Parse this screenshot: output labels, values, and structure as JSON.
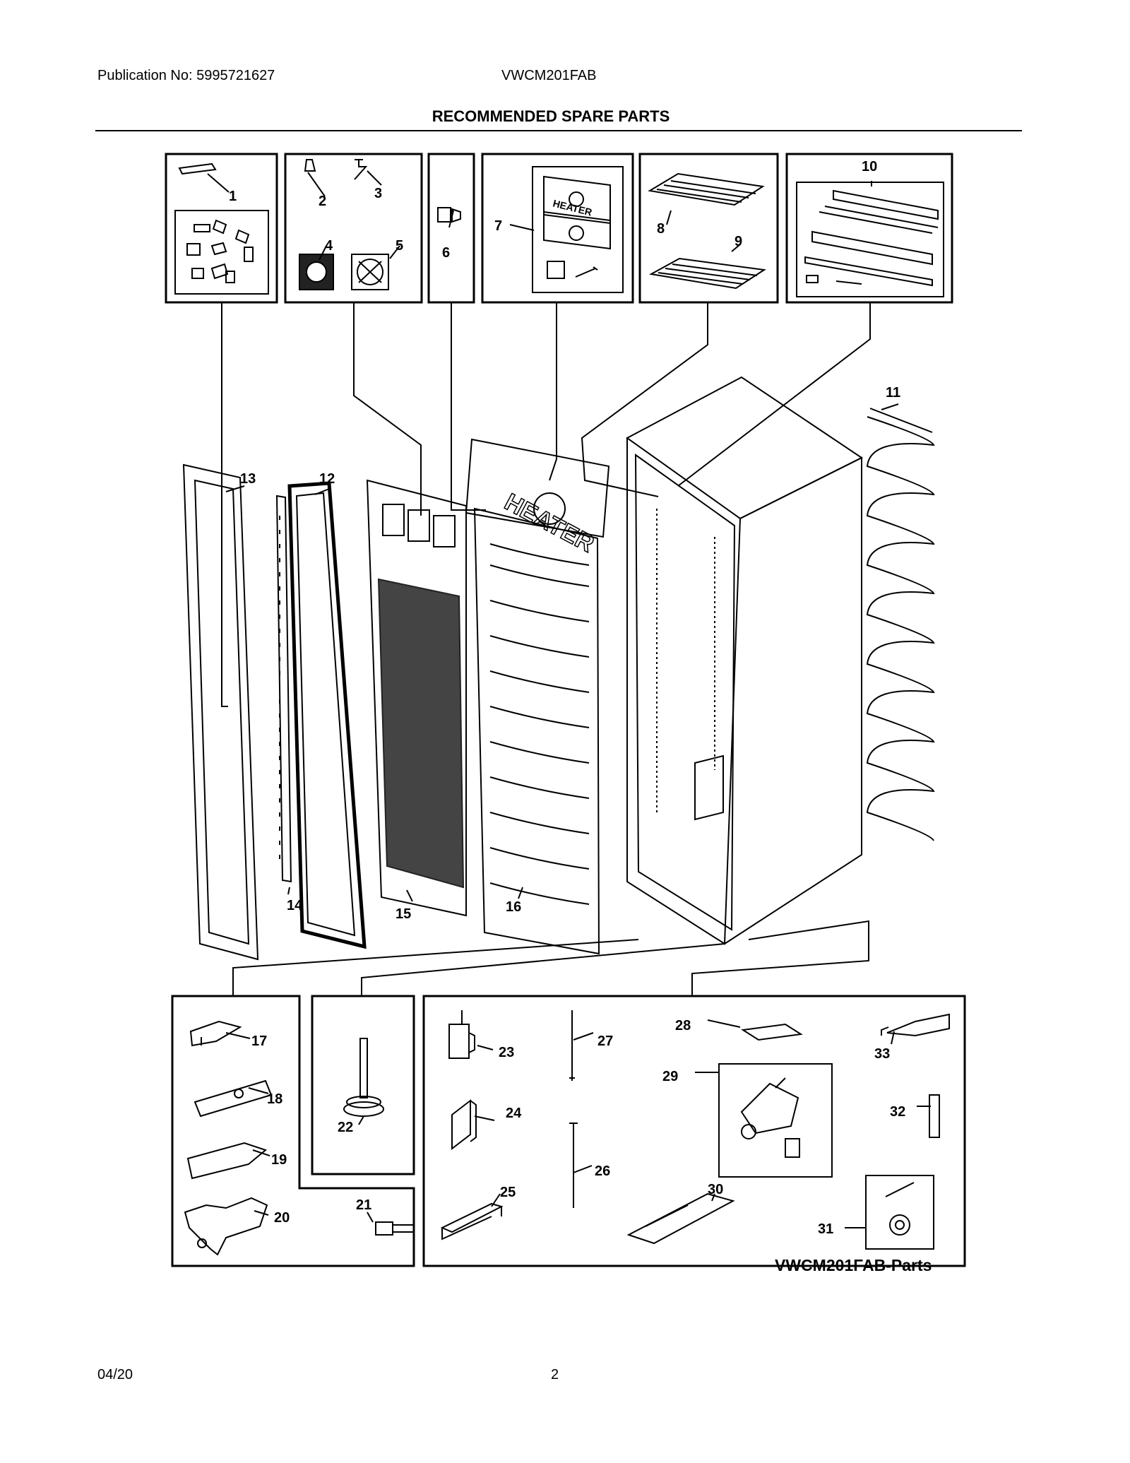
{
  "header": {
    "publication": "Publication No: 5995721627",
    "model": "VWCM201FAB",
    "title": "RECOMMENDED SPARE PARTS"
  },
  "diagram": {
    "heater_text": "HEATER",
    "caption": "VWCM201FAB-Parts",
    "part_numbers": [
      "1",
      "2",
      "3",
      "4",
      "5",
      "6",
      "7",
      "8",
      "9",
      "10",
      "11",
      "12",
      "13",
      "14",
      "15",
      "16",
      "17",
      "18",
      "19",
      "20",
      "21",
      "22",
      "23",
      "24",
      "25",
      "26",
      "27",
      "28",
      "29",
      "30",
      "31",
      "32",
      "33"
    ]
  },
  "footer": {
    "date": "04/20",
    "page": "2"
  }
}
